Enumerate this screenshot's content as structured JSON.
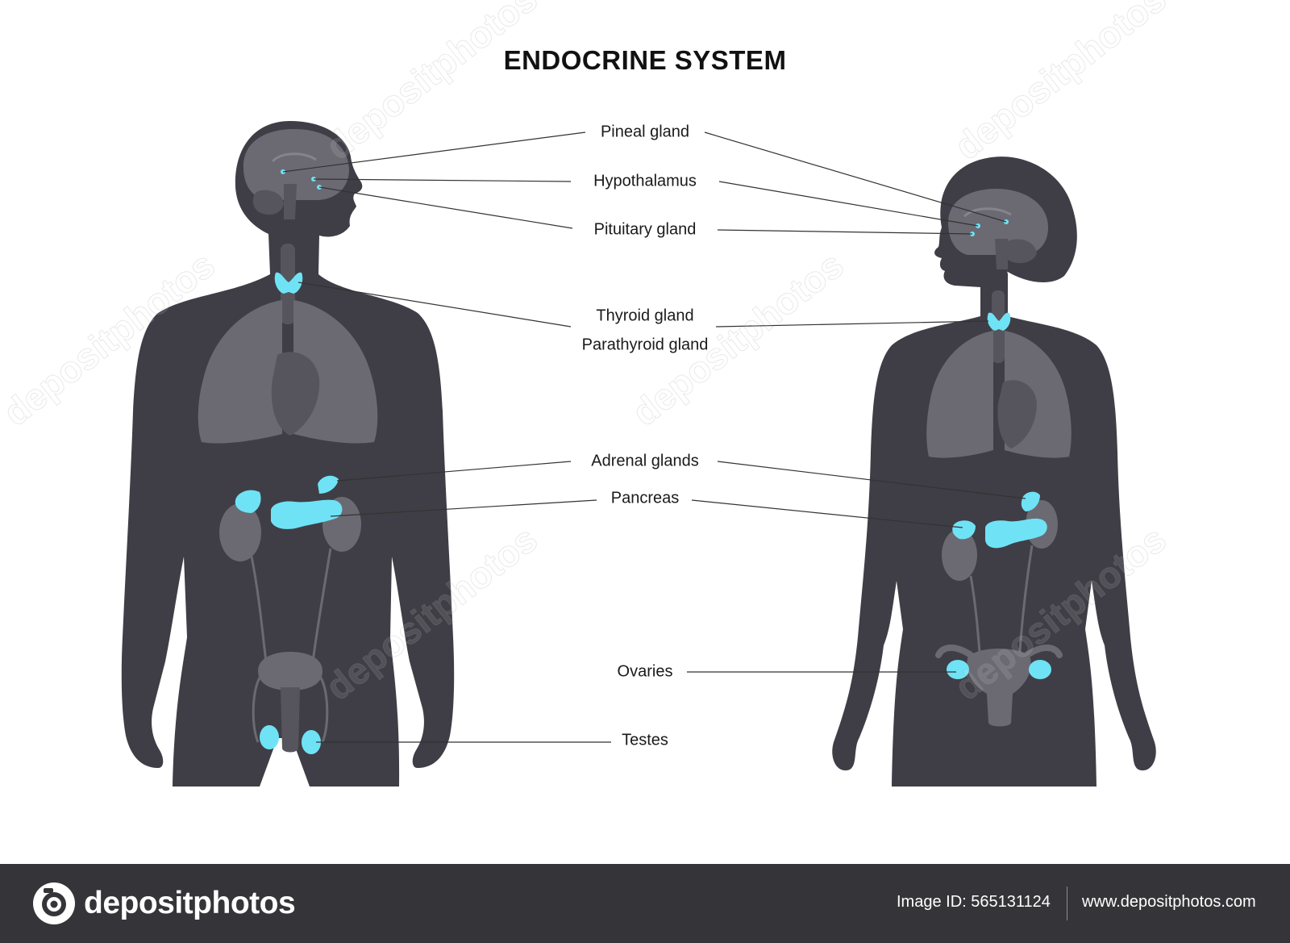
{
  "title": "ENDOCRINE SYSTEM",
  "labels": {
    "pineal": "Pineal gland",
    "hypothalamus": "Hypothalamus",
    "pituitary": "Pituitary gland",
    "thyroid": "Thyroid gland",
    "parathyroid": "Parathyroid gland",
    "adrenal": "Adrenal glands",
    "pancreas": "Pancreas",
    "ovaries": "Ovaries",
    "testes": "Testes"
  },
  "colors": {
    "body": "#3f3e46",
    "organ": "#6b6a72",
    "gland": "#6fe3f5",
    "footer": "#353539"
  },
  "watermark": "depositphotos",
  "footer": {
    "brand": "depositphotos",
    "image_id": "Image ID: 565131124",
    "site": "www.depositphotos.com"
  }
}
